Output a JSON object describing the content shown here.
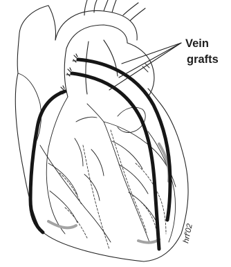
{
  "labels": {
    "line1": "Vein",
    "line2": "grafts"
  },
  "signature": "hrf'02",
  "colors": {
    "background": "#ffffff",
    "ink": "#232323",
    "graft": "#161616",
    "shading": "#a3a3a3"
  }
}
